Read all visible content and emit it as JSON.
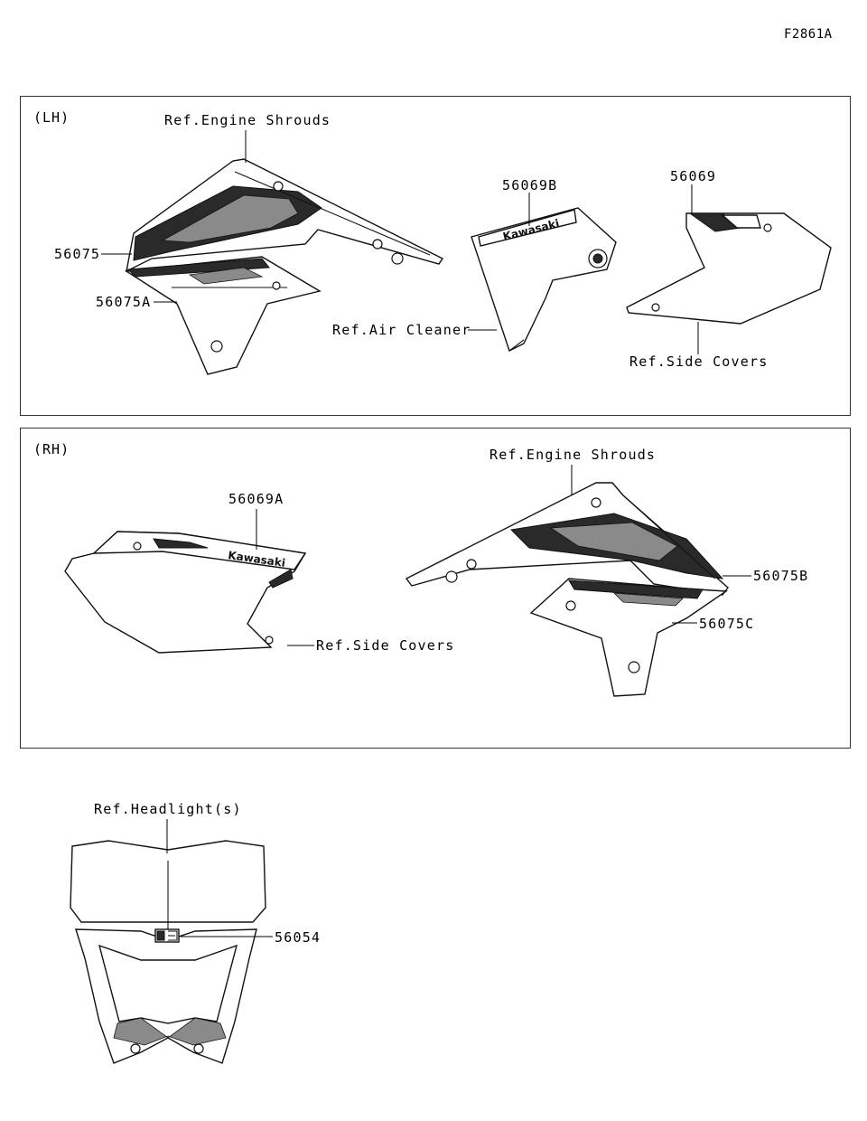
{
  "figure_id": "F2861A",
  "panels": {
    "lh": {
      "title": "(LH)",
      "labels": {
        "ref_engine_shrouds": "Ref.Engine Shrouds",
        "part_56075": "56075",
        "part_56075a": "56075A",
        "part_56069b": "56069B",
        "ref_air_cleaner": "Ref.Air Cleaner",
        "part_56069": "56069",
        "ref_side_covers": "Ref.Side Covers"
      }
    },
    "rh": {
      "title": "(RH)",
      "labels": {
        "part_56069a": "56069A",
        "ref_side_covers": "Ref.Side Covers",
        "ref_engine_shrouds": "Ref.Engine Shrouds",
        "part_56075b": "56075B",
        "part_56075c": "56075C"
      }
    }
  },
  "headlight": {
    "ref_headlight": "Ref.Headlight(s)",
    "part_56054": "56054"
  },
  "decal_text": {
    "brand": "Kawasaki"
  }
}
